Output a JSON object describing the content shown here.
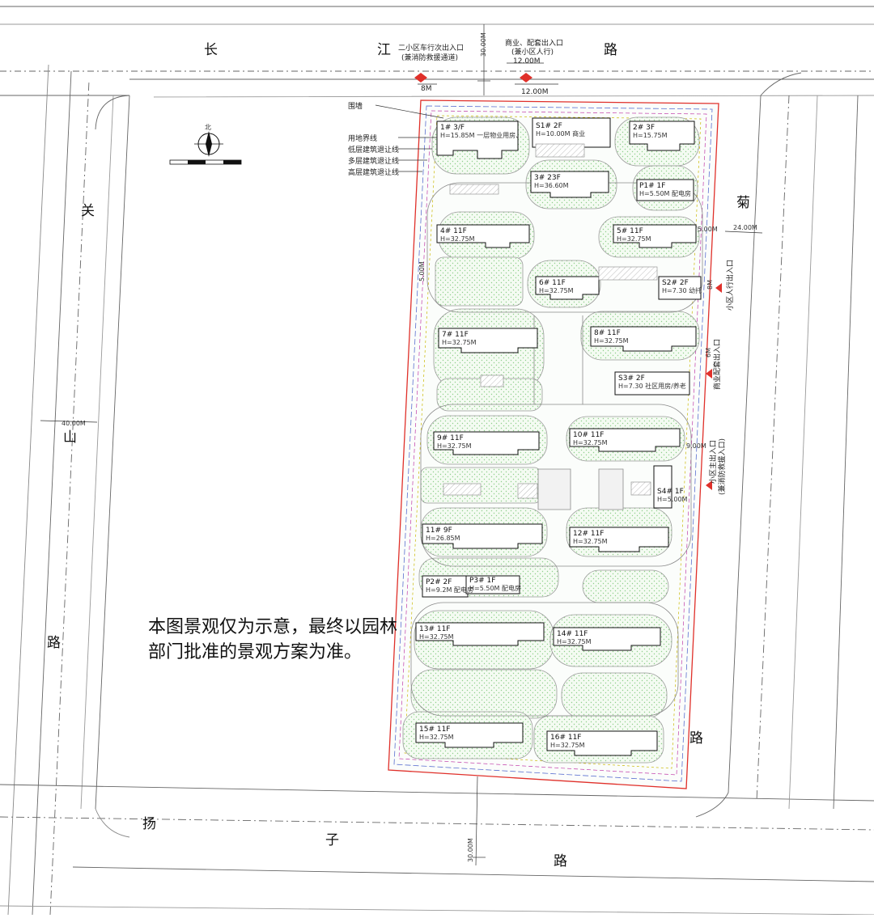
{
  "roads": {
    "changjiang": [
      "长",
      "江",
      "路"
    ],
    "guanshan": [
      "关",
      "山",
      "路"
    ],
    "yangzi": [
      "扬",
      "子",
      "路"
    ],
    "ju": [
      "菊",
      "路"
    ]
  },
  "entrances": {
    "north_vehicle": "二小区车行次出入口",
    "north_vehicle_sub": "(兼消防救援通道)",
    "north_commercial": "商业、配套出入口",
    "north_commercial_sub": "(兼小区人行)",
    "east_main": "小区主出入口",
    "east_main_sub": "(兼消防救援入口)",
    "east_ped": "小区人行出入口",
    "east_ped2": "商业配套出入口"
  },
  "dimensions": {
    "w_12m_top": "12.00M",
    "w_12m": "12.00M",
    "w_6m": "6M",
    "w_8m": "8M",
    "w_24": "24.00M",
    "w_40": "40.00M",
    "w_30_top": "30.00M",
    "w_30_bot": "30.00M",
    "w_9": "9.00M",
    "w_5": "5.00M",
    "w_6m_side": "6M",
    "w_8m_side": "8M",
    "w_5m_left": "5.00M"
  },
  "legend": {
    "wall": "围墙",
    "boundary": "用地界线",
    "low_setback": "低层建筑退让线",
    "multi_setback": "多层建筑退让线",
    "high_setback": "高层建筑退让线",
    "north": "北"
  },
  "buildings": [
    {
      "id": "1#",
      "floors": "3/F",
      "height": "H=15.85M",
      "note": "一层物业用房、"
    },
    {
      "id": "S1#",
      "floors": "2F",
      "height": "H=10.00M",
      "note": "商业"
    },
    {
      "id": "2#",
      "floors": "3F",
      "height": "H=15.75M",
      "note": ""
    },
    {
      "id": "3#",
      "floors": "23F",
      "height": "H=36.60M",
      "note": ""
    },
    {
      "id": "P1#",
      "floors": "1F",
      "height": "H=5.50M",
      "note": "配电房"
    },
    {
      "id": "4#",
      "floors": "11F",
      "height": "H=32.75M",
      "note": ""
    },
    {
      "id": "5#",
      "floors": "11F",
      "height": "H=32.75M",
      "note": ""
    },
    {
      "id": "6#",
      "floors": "11F",
      "height": "H=32.75M",
      "note": ""
    },
    {
      "id": "S2#",
      "floors": "2F",
      "height": "H=7.30",
      "note": "幼托"
    },
    {
      "id": "7#",
      "floors": "11F",
      "height": "H=32.75M",
      "note": ""
    },
    {
      "id": "8#",
      "floors": "11F",
      "height": "H=32.75M",
      "note": ""
    },
    {
      "id": "S3#",
      "floors": "2F",
      "height": "H=7.30",
      "note": "社区用房/养老"
    },
    {
      "id": "9#",
      "floors": "11F",
      "height": "H=32.75M",
      "note": ""
    },
    {
      "id": "10#",
      "floors": "11F",
      "height": "H=32.75M",
      "note": ""
    },
    {
      "id": "S4#",
      "floors": "1F",
      "height": "H=5.00M",
      "note": ""
    },
    {
      "id": "11#",
      "floors": "9F",
      "height": "H=26.85M",
      "note": ""
    },
    {
      "id": "12#",
      "floors": "11F",
      "height": "H=32.75M",
      "note": ""
    },
    {
      "id": "P2#",
      "floors": "2F",
      "height": "H=9.2M",
      "note": "配电房"
    },
    {
      "id": "P3#",
      "floors": "1F",
      "height": "H=5.50M",
      "note": "配电房"
    },
    {
      "id": "13#",
      "floors": "11F",
      "height": "H=32.75M",
      "note": ""
    },
    {
      "id": "14#",
      "floors": "11F",
      "height": "H=32.75M",
      "note": ""
    },
    {
      "id": "15#",
      "floors": "11F",
      "height": "H=32.75M",
      "note": ""
    },
    {
      "id": "16#",
      "floors": "11F",
      "height": "H=32.75M",
      "note": ""
    }
  ],
  "note": {
    "line1": "本图景观仅为示意，最终以园林",
    "line2": "部门批准的景观方案为准。"
  },
  "colors": {
    "site_boundary": "#e0302a",
    "entrance_marker": "#e0302a",
    "landscape_green": "#7cc47a",
    "setback_blue": "#5a6fd0",
    "setback_magenta": "#c03aa8",
    "setback_yellow": "#c9b800",
    "road_line": "#555555"
  }
}
